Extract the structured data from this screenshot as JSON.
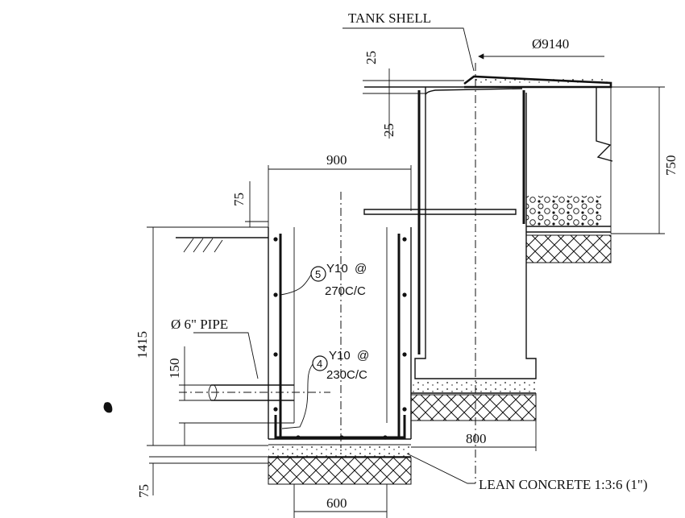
{
  "labels": {
    "tank_shell": "TANK SHELL",
    "diameter": "Ø9140",
    "dim_25_top": "25",
    "dim_25_bottom": "25",
    "dim_750": "750",
    "dim_900": "900",
    "dim_75_top": "75",
    "dim_1415": "1415",
    "dim_150": "150",
    "dim_800": "800",
    "dim_600": "600",
    "dim_75_bottom": "75",
    "pipe": "Ø 6\" PIPE",
    "lean_concrete": "LEAN CONCRETE 1:3:6 (1\")"
  },
  "bars": [
    {
      "mark": "5",
      "spec_line1": "Y10  @",
      "spec_line2": "270C/C"
    },
    {
      "mark": "4",
      "spec_line1": "Y10  @",
      "spec_line2": "230C/C"
    }
  ],
  "colors": {
    "ink": "#111111",
    "paper": "#ffffff"
  }
}
